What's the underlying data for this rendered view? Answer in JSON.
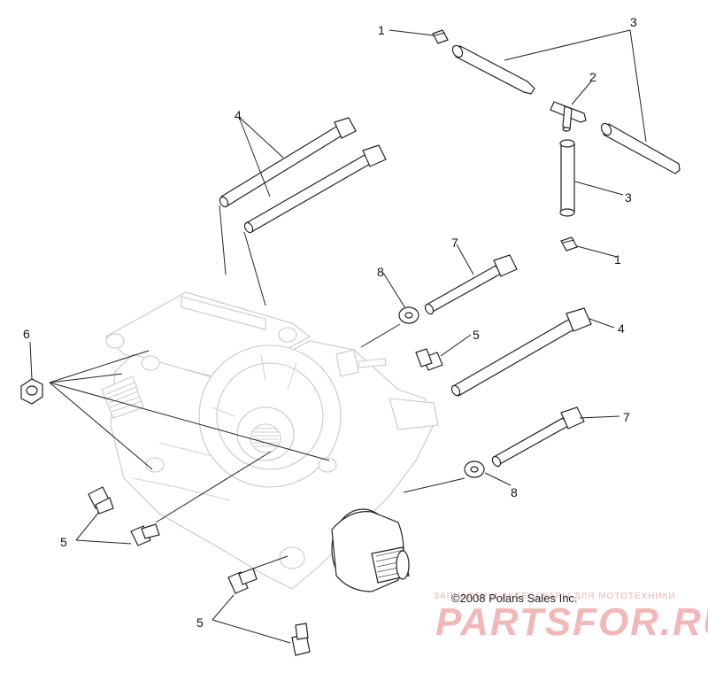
{
  "diagram": {
    "callouts": {
      "c1a": "1",
      "c1b": "1",
      "c2": "2",
      "c3a": "3",
      "c3b": "3",
      "c4a": "4",
      "c4b": "4",
      "c5a": "5",
      "c5b": "5",
      "c5c": "5",
      "c6": "6",
      "c7a": "7",
      "c7b": "7",
      "c8a": "8",
      "c8b": "8"
    },
    "copyright": "©2008 Polaris Sales Inc.",
    "watermark": {
      "tagline": "ЗАПЧАСТИ И АКСЕССУАРЫ ДЛЯ МОТОТЕХНИКИ",
      "brand": "PARTSFOR.RU"
    }
  }
}
